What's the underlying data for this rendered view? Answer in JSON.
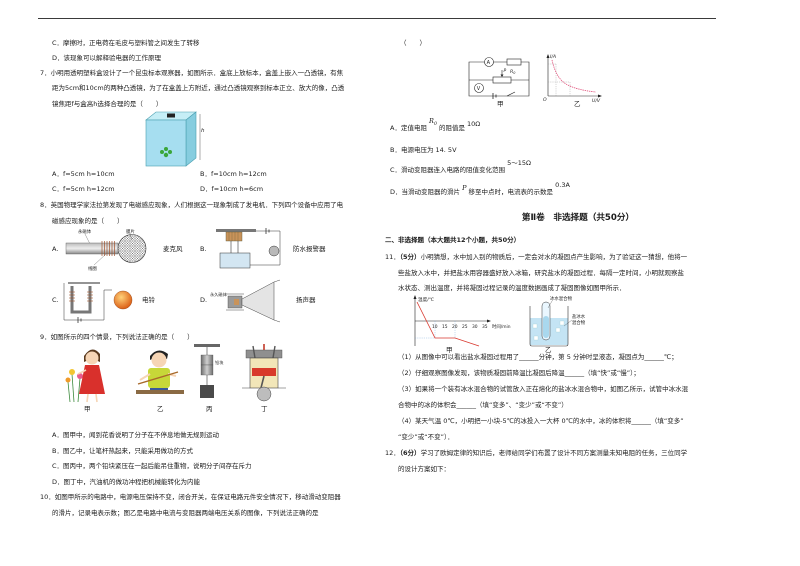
{
  "q6": {
    "option_c": "C．摩擦时，正电荷在毛皮与塑料管之间发生了转移",
    "option_d": "D．该现象可以解释验电器的工作原理"
  },
  "q7": {
    "stem": [
      "7．小明用透明塑料盒设计了一个昆虫标本观察器，如图所示．盒底上放标本，盒盖上嵌入一凸透镜，有焦",
      "距为5cm和10cm的两种凸透镜，为了在盒盖上方附近，通过凸透镜观察到标本正立、放大的像，凸透",
      "镜焦距f与盒高h选择合理的是（　　）"
    ],
    "fig_h": "h",
    "option_a": "A．f=5cm h=10cm",
    "option_b": "B．f=10cm h=12cm",
    "option_c": "C．f=5cm h=12cm",
    "option_d": "D．f=10cm h=6cm"
  },
  "q8": {
    "stem": [
      "8．英国物理学家法拉第发现了电磁感应现象，人们根据这一现象制成了发电机．下列四个设备中应用了电",
      "磁感应现象的是（　　）"
    ],
    "a": {
      "letter": "A.",
      "name": "麦克风",
      "label_magnet": "永磁体",
      "label_diaphragm": "膜片",
      "label_coil": "线圈"
    },
    "b": {
      "letter": "B.",
      "name": "防水报警器"
    },
    "c": {
      "letter": "C.",
      "name": "电铃"
    },
    "d": {
      "letter": "D.",
      "name": "扬声器",
      "label_magnet": "永久磁体"
    }
  },
  "q9": {
    "stem": "9．如图所示的四个情景，下列说法正确的是（　　）",
    "fig_labels": [
      "甲",
      "乙",
      "丙",
      "丁"
    ],
    "fig_lead_label": "铅块",
    "options": [
      "A．图甲中，闻到花香说明了分子在不停息地做无规则运动",
      "B．图乙中，让笔杆热起来，只能采用做功的方式",
      "C．图丙中，两个铅块紧压在一起后能吊住重物，说明分子间存在斥力",
      "D．图丁中，汽油机的做功冲程把机械能转化为内能"
    ]
  },
  "q10": {
    "stem": [
      "10．如图甲所示的电路中，电源电压保持不变，闭合开关，在保证电路元件安全情况下，移动滑动变阻器",
      "的滑片，记录电表示数；图乙是电路中电流与变阻器两端电压关系的图像，下列说法正确的是"
    ],
    "stem_tail": "（　　）",
    "circuit": {
      "caption": "甲",
      "voltmeter": "V",
      "ammeter": "A",
      "resistor": "R",
      "resistor_sub": "0",
      "slider_pointer": "P"
    },
    "graph": {
      "caption": "乙",
      "y_axis": "I/A",
      "x_axis": "U/V",
      "origin": "O"
    },
    "option_a": {
      "text": "A．定值电阻",
      "var": "R",
      "sub": "0",
      "mid": "的阻值是",
      "value": "10Ω"
    },
    "option_b": "B．电源电压为 14. 5V",
    "option_c": {
      "text": "C．滑动变阻器连入电路的阻值变化范围",
      "value": "5～15Ω"
    },
    "option_d": {
      "text": "D．当滑动变阻器的滑片",
      "var": "P",
      "mid": "移至中点时，电流表的示数是",
      "value": "0.3A"
    }
  },
  "section": {
    "title": "第Ⅱ卷　非选择题（共50分）",
    "part": "二、非选择题（本大题共12个小题，共50分）"
  },
  "q11": {
    "number": "11．",
    "score": "（5分）",
    "stem_first": "小明猜想，水中加入别的物质后，一定会对水的凝固点产生影响，为了验证这一猜想，他将一",
    "stem": [
      "些盐放入水中，并把盐水用容器盛好放入冰箱，研究盐水的凝固过程．每隔一定时间，小明就观察盐",
      "水状态、测出温度，并将凝固过程记录的温度数据画成了凝固图像如图甲所示．"
    ],
    "graph": {
      "caption": "甲",
      "y_axis": "温度/℃",
      "x_axis": "时间/min",
      "x_ticks": [
        "10",
        "15",
        "20",
        "25",
        "30",
        "35"
      ]
    },
    "beaker": {
      "caption": "乙",
      "tube_label": "冰水混合物",
      "bath_label_1": "盐冰水",
      "bath_label_2": "混合物"
    },
    "sub": [
      "（1）从图像中可以看出盐水凝固过程用了______分钟，第 5 分钟时呈液态，凝固点为______℃；",
      "（2）仔细观察图像发现，该物质凝固前降温比凝固后降温______（填“快”或“慢”）；",
      "（3）如果将一个装有冰水混合物的试管放入正在熔化的盐冰水混合物中，如图乙所示，试管中冰水混",
      "合物中的冰的体积会______（填“变多”、“变少”或“不变”）",
      "（4）某天气温 0℃，小明把一小块-5℃的冰投入一大杯 0℃的水中，冰的体积将______（填“变多”",
      "“变少”或“不变”）．"
    ]
  },
  "q12": {
    "number": "12．",
    "score": "（6分）",
    "stem_first": "学习了欧姆定律的知识后，老师给同学们布置了设计不同方案测量未知电阻的任务，三位同学",
    "stem_second": "的设计方案如下："
  }
}
